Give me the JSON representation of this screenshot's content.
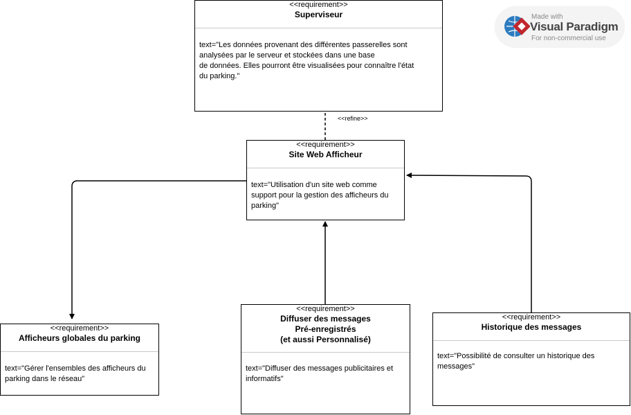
{
  "requirements": {
    "superviseur": {
      "stereotype": "<<requirement>>",
      "name": "Superviseur",
      "text_lines": [
        "text=\"Les données provenant des différentes passerelles sont",
        "analysées par le serveur et stockées dans une base",
        "de données. Elles pourront être visualisées pour connaître l'état",
        "du parking.\""
      ]
    },
    "site_web": {
      "stereotype": "<<requirement>>",
      "name": "Site Web Afficheur",
      "text_lines": [
        "text=\"Utilisation d'un site web comme",
        "support pour la gestion des afficheurs du",
        "parking\""
      ]
    },
    "afficheurs": {
      "stereotype": "<<requirement>>",
      "name": "Afficheurs globales du parking",
      "text_lines": [
        "text=\"Gérer l'ensembles des afficheurs du",
        "parking dans le réseau\""
      ]
    },
    "diffuser": {
      "stereotype": "<<requirement>>",
      "name_lines": [
        "Diffuser des messages",
        "Pré-enregistrés",
        "(et aussi Personnalisé)"
      ],
      "text_lines": [
        "text=\"Diffuser des messages publicitaires et",
        "informatifs\""
      ]
    },
    "historique": {
      "stereotype": "<<requirement>>",
      "name": "Historique des messages",
      "text_lines": [
        "text=\"Possibilité de consulter un historique des",
        "messages\""
      ]
    }
  },
  "relations": {
    "refine_label": "<<refine>>"
  },
  "badge": {
    "line1": "Made with",
    "brand": "Visual Paradigm",
    "line2": "For non-commercial use"
  },
  "colors": {
    "line": "#000000",
    "logo_red": "#c0272d",
    "logo_blue": "#2d7bc0"
  }
}
